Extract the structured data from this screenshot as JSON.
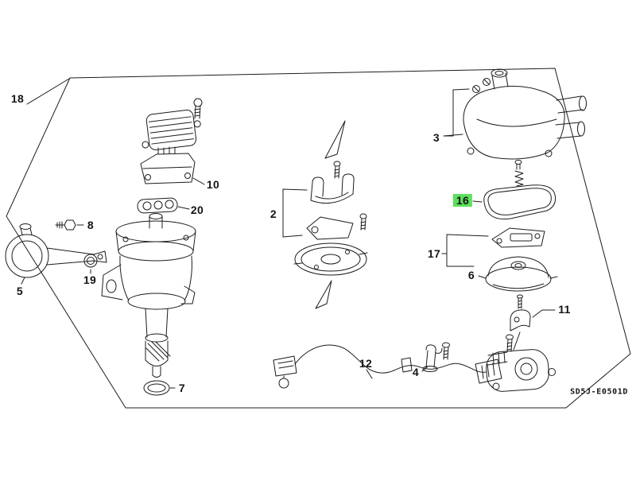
{
  "diagram": {
    "code": "SD5J-E0501D",
    "line_color": "#1c1c1c",
    "highlight_color": "#5ce05c",
    "callouts": [
      {
        "number": "18",
        "highlighted": false
      },
      {
        "number": "10",
        "highlighted": false
      },
      {
        "number": "20",
        "highlighted": false
      },
      {
        "number": "8",
        "highlighted": false
      },
      {
        "number": "19",
        "highlighted": false
      },
      {
        "number": "5",
        "highlighted": false
      },
      {
        "number": "7",
        "highlighted": false
      },
      {
        "number": "2",
        "highlighted": false
      },
      {
        "number": "12",
        "highlighted": false
      },
      {
        "number": "3",
        "highlighted": false
      },
      {
        "number": "16",
        "highlighted": true
      },
      {
        "number": "17",
        "highlighted": false
      },
      {
        "number": "6",
        "highlighted": false
      },
      {
        "number": "11",
        "highlighted": false
      },
      {
        "number": "4",
        "highlighted": false
      }
    ]
  }
}
